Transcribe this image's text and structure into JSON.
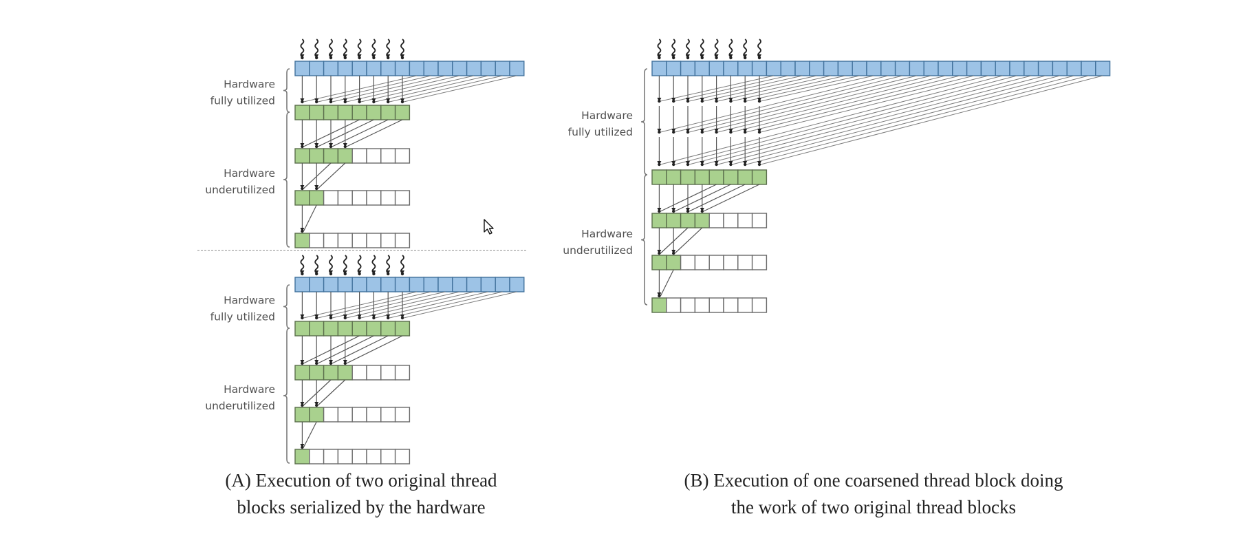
{
  "figure": {
    "panels": [
      {
        "id": "A",
        "caption_lines": [
          "(A) Execution of two original thread",
          "blocks serialized by the hardware"
        ],
        "blocks": [
          {
            "input_cells": 16,
            "threads": 8,
            "rows": [
              {
                "total": 8,
                "active": 8
              },
              {
                "total": 8,
                "active": 4
              },
              {
                "total": 8,
                "active": 2
              },
              {
                "total": 8,
                "active": 1
              }
            ],
            "full_stages": 1,
            "labels": {
              "fully": [
                "Hardware",
                "fully utilized"
              ],
              "under": [
                "Hardware",
                "underutilized"
              ]
            }
          },
          {
            "input_cells": 16,
            "threads": 8,
            "rows": [
              {
                "total": 8,
                "active": 8
              },
              {
                "total": 8,
                "active": 4
              },
              {
                "total": 8,
                "active": 2
              },
              {
                "total": 8,
                "active": 1
              }
            ],
            "full_stages": 1,
            "labels": {
              "fully": [
                "Hardware",
                "fully utilized"
              ],
              "under": [
                "Hardware",
                "underutilized"
              ]
            }
          }
        ]
      },
      {
        "id": "B",
        "caption_lines": [
          "(B) Execution of one coarsened thread block doing",
          "the work of two original thread blocks"
        ],
        "blocks": [
          {
            "input_cells": 32,
            "threads": 8,
            "rows": [
              {
                "total": 8,
                "active": 8
              },
              {
                "total": 8,
                "active": 4
              },
              {
                "total": 8,
                "active": 2
              },
              {
                "total": 8,
                "active": 1
              }
            ],
            "full_stages": 3,
            "labels": {
              "fully": [
                "Hardware",
                "fully utilized"
              ],
              "under": [
                "Hardware",
                "underutilized"
              ]
            }
          }
        ]
      }
    ],
    "colors": {
      "input_fill": "#9dc3e6",
      "active_fill": "#a9d18e",
      "inactive_fill": "#ffffff"
    },
    "cursor_icon": "mouse-pointer-arrow"
  }
}
